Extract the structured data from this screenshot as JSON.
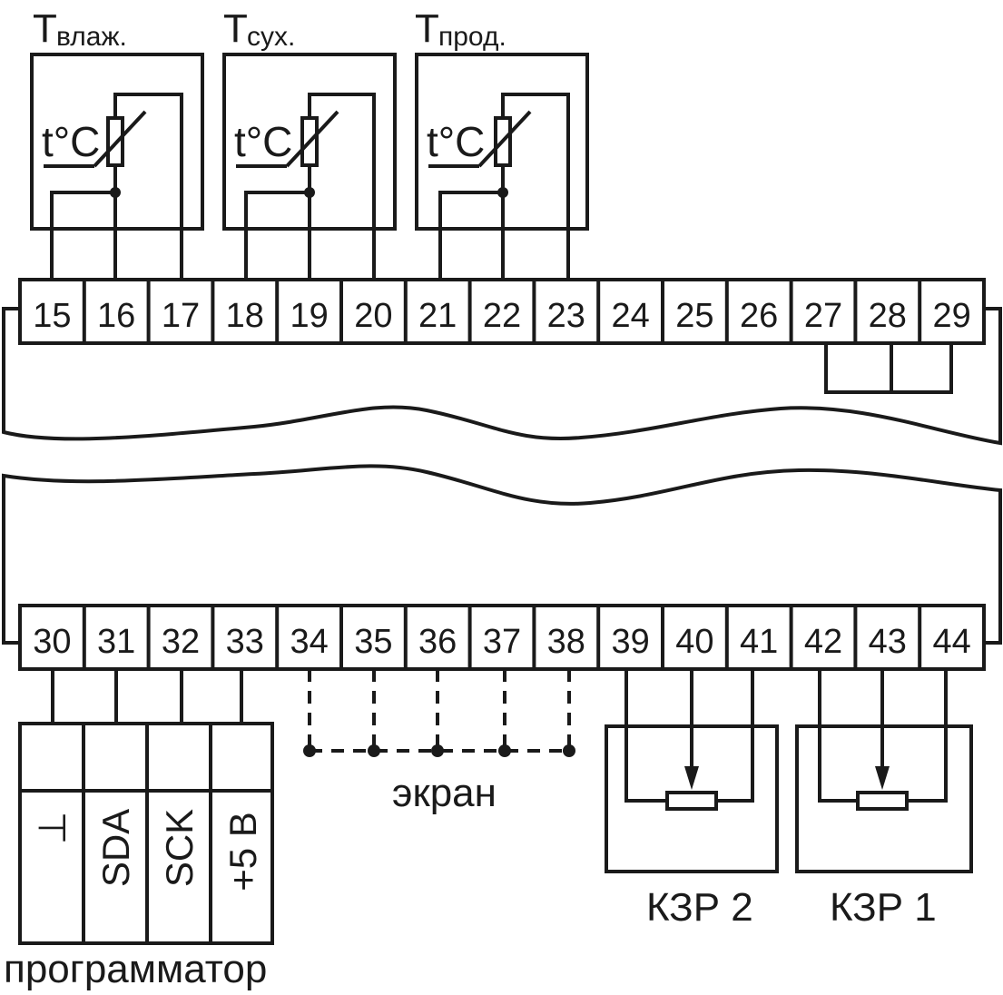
{
  "sensors": [
    {
      "symbol": "Т",
      "subscript": "влаж.",
      "unit": "t°C"
    },
    {
      "symbol": "Т",
      "subscript": "сух.",
      "unit": "t°C"
    },
    {
      "symbol": "Т",
      "subscript": "прод.",
      "unit": "t°C"
    }
  ],
  "top_terminals": [
    "15",
    "16",
    "17",
    "18",
    "19",
    "20",
    "21",
    "22",
    "23",
    "24",
    "25",
    "26",
    "27",
    "28",
    "29"
  ],
  "bottom_terminals": [
    "30",
    "31",
    "32",
    "33",
    "34",
    "35",
    "36",
    "37",
    "38",
    "39",
    "40",
    "41",
    "42",
    "43",
    "44"
  ],
  "programmer": {
    "label": "программатор",
    "pins": [
      "⊥",
      "SDA",
      "SCK",
      "+5 В"
    ]
  },
  "screen_label": "экран",
  "kzr": [
    "КЗР 2",
    "КЗР 1"
  ]
}
